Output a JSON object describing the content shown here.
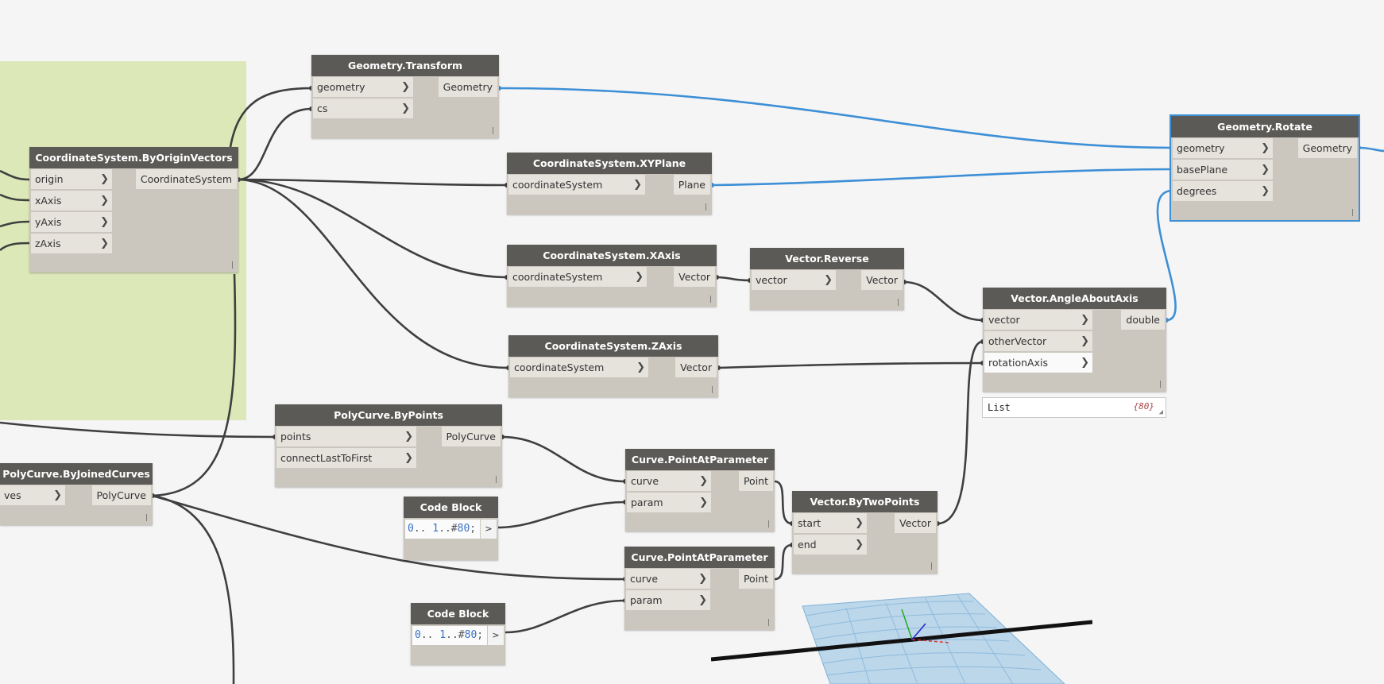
{
  "nodes": {
    "geometry_transform": {
      "title": "Geometry.Transform",
      "inputs": [
        "geometry",
        "cs"
      ],
      "output": "Geometry"
    },
    "cs_by_origin_vectors": {
      "title": "CoordinateSystem.ByOriginVectors",
      "inputs": [
        "origin",
        "xAxis",
        "yAxis",
        "zAxis"
      ],
      "output": "CoordinateSystem"
    },
    "cs_xyplane": {
      "title": "CoordinateSystem.XYPlane",
      "inputs": [
        "coordinateSystem"
      ],
      "output": "Plane"
    },
    "cs_xaxis": {
      "title": "CoordinateSystem.XAxis",
      "inputs": [
        "coordinateSystem"
      ],
      "output": "Vector"
    },
    "cs_zaxis": {
      "title": "CoordinateSystem.ZAxis",
      "inputs": [
        "coordinateSystem"
      ],
      "output": "Vector"
    },
    "vector_reverse": {
      "title": "Vector.Reverse",
      "inputs": [
        "vector"
      ],
      "output": "Vector"
    },
    "vector_angle_about_axis": {
      "title": "Vector.AngleAboutAxis",
      "inputs": [
        "vector",
        "otherVector",
        "rotationAxis"
      ],
      "output": "double"
    },
    "geometry_rotate": {
      "title": "Geometry.Rotate",
      "inputs": [
        "geometry",
        "basePlane",
        "degrees"
      ],
      "output": "Geometry"
    },
    "polycurve_by_points": {
      "title": "PolyCurve.ByPoints",
      "inputs": [
        "points",
        "connectLastToFirst"
      ],
      "output": "PolyCurve"
    },
    "polycurve_by_joined_curves": {
      "title": "PolyCurve.ByJoinedCurves",
      "inputs": [
        "ves"
      ],
      "output": "PolyCurve"
    },
    "curve_point_at_parameter_1": {
      "title": "Curve.PointAtParameter",
      "inputs": [
        "curve",
        "param"
      ],
      "output": "Point"
    },
    "curve_point_at_parameter_2": {
      "title": "Curve.PointAtParameter",
      "inputs": [
        "curve",
        "param"
      ],
      "output": "Point"
    },
    "vector_by_two_points": {
      "title": "Vector.ByTwoPoints",
      "inputs": [
        "start",
        "end"
      ],
      "output": "Vector"
    },
    "code_block_1": {
      "title": "Code Block",
      "code_parts": [
        "0",
        "..",
        " 1",
        "..#",
        "80",
        ";"
      ],
      "output": ">"
    },
    "code_block_2": {
      "title": "Code Block",
      "code_parts": [
        "0",
        "..",
        " 1",
        "..#",
        "80",
        ";"
      ],
      "output": ">"
    }
  },
  "watch": {
    "label": "List",
    "count": "{80}"
  },
  "grip_glyph": "|",
  "chevron_glyph": "❯",
  "colors": {
    "canvas_bg": "#f5f5f5",
    "group_bg": "#dce8b8",
    "node_header": "#5b5a57",
    "node_body": "#cbc6be",
    "wire_dark": "#3f3f3f",
    "wire_selected": "#3d8fd6",
    "preview_mesh": "#7fb2d8"
  }
}
